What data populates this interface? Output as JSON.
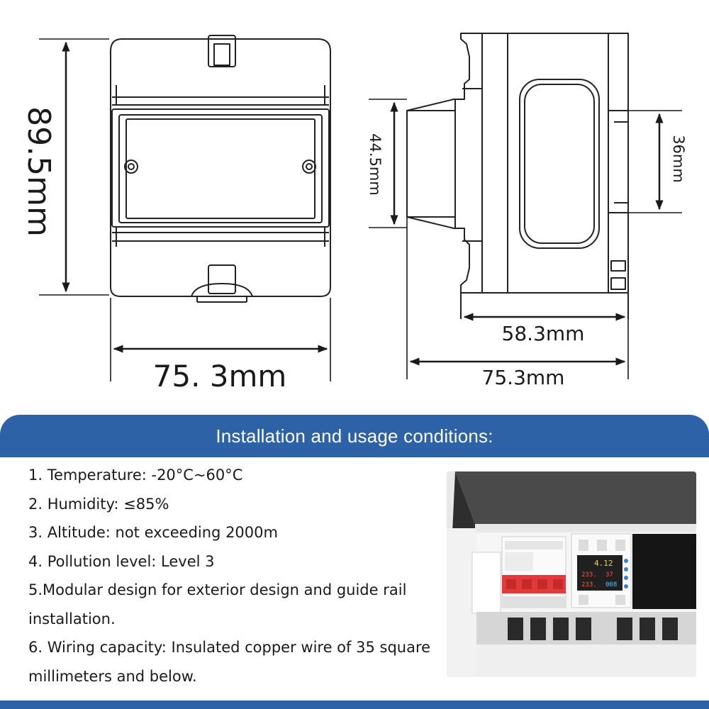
{
  "drawing": {
    "front_view": {
      "height_label": "89.5mm",
      "width_label": "75. 3mm"
    },
    "side_view": {
      "rail_height_label": "44.5mm",
      "clip_height_label": "36mm",
      "depth_label": "58.3mm",
      "width_label": "75.3mm"
    }
  },
  "banner": {
    "title": "Installation and usage conditions:"
  },
  "conditions": [
    "1. Temperature: -20°C~60°C",
    "2. Humidity: ≤85%",
    "3. Altitude: not exceeding 2000m",
    "4. Pollution level: Level 3",
    "5.Modular design for exterior design and guide rail installation.",
    "6. Wiring capacity: Insulated copper wire of 35 square millimeters and below."
  ],
  "photo": {
    "display_top_value": "4.12",
    "display_row2_left": "233.",
    "display_row2_right": "37",
    "display_row3_left": "233.",
    "display_row3_right": "008"
  },
  "colors": {
    "banner": "#2d62a6",
    "breaker_red": "#e23a3a",
    "outline": "#222222"
  }
}
